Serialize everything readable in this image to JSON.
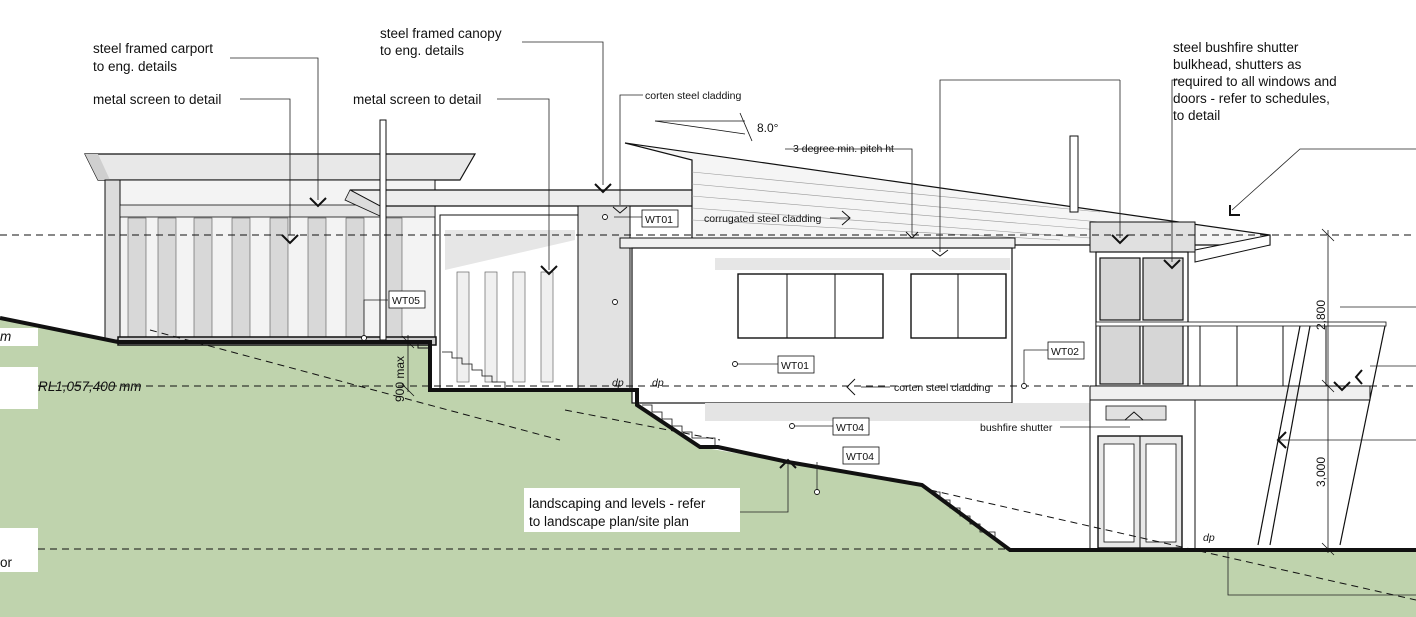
{
  "labels": {
    "carport": [
      "steel framed carport",
      "to eng. details"
    ],
    "screen_left": "metal screen to detail",
    "canopy": [
      "steel framed canopy",
      "to eng. details"
    ],
    "screen_mid": "metal screen to detail",
    "corten_top": "corten steel cladding",
    "pitch_angle": "8.0°",
    "pitch_note": "3 degree min. pitch ht",
    "corrugated": "corrugated steel cladding",
    "bushfire_bulkhead": [
      "steel bushfire shutter",
      "bulkhead, shutters as",
      "required to all windows and",
      "doors - refer to schedules,",
      "to detail"
    ],
    "corten_mid": "corten steel cladding",
    "bushfire_shutter": "bushfire shutter",
    "landscaping": [
      "landscaping and levels - refer",
      "to landscape plan/site plan"
    ],
    "rl_level": "RL1,057,400 mm",
    "rl_top_cut": "m",
    "rl_bottom_cut": "or",
    "dp": "dp",
    "dim_900": "900 max",
    "dim_2800": "2,800",
    "dim_3000": "3,000"
  },
  "tags": {
    "wt01_upper": "WT01",
    "wt05": "WT05",
    "wt01_lower": "WT01",
    "wt02": "WT02",
    "wt04_a": "WT04",
    "wt04_b": "WT04"
  },
  "colors": {
    "ground": "#bfd3ad",
    "line": "#111111",
    "wall_fill": "#e2e2e2",
    "shade": "#d4d4d4"
  }
}
